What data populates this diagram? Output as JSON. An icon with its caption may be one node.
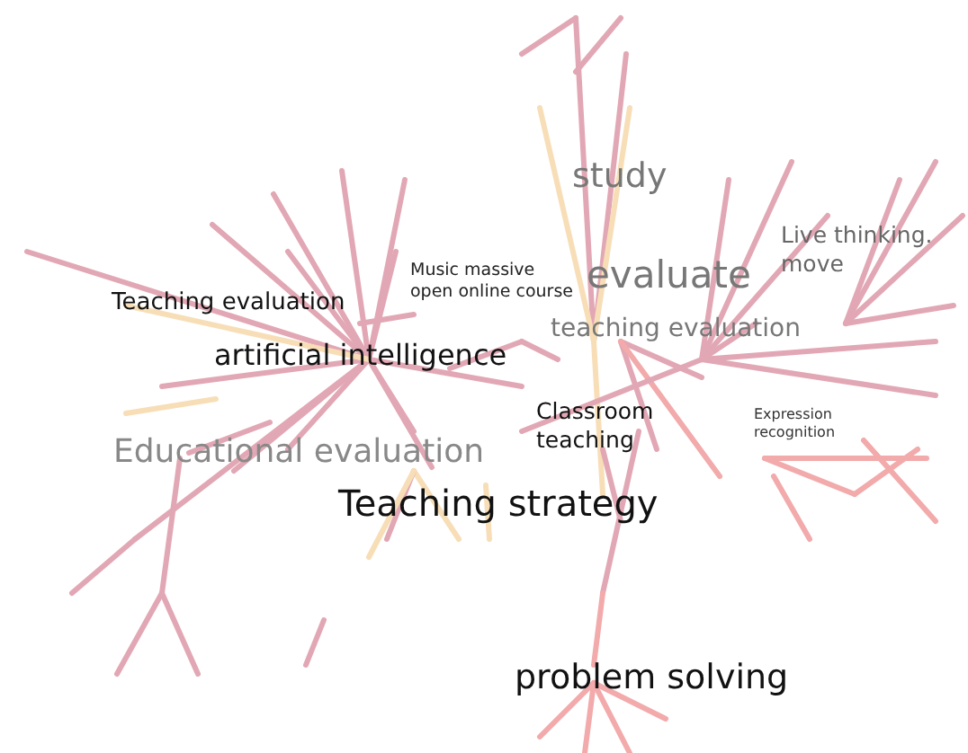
{
  "diagram": {
    "labels": [
      "study",
      "Music massive open online course",
      "evaluate",
      "Live thinking. move",
      "Teaching evaluation",
      "teaching evaluation",
      "artificial intelligence",
      "Classroom teaching",
      "Expression recognition",
      "Educational evaluation",
      "Teaching strategy",
      "problem solving"
    ]
  }
}
